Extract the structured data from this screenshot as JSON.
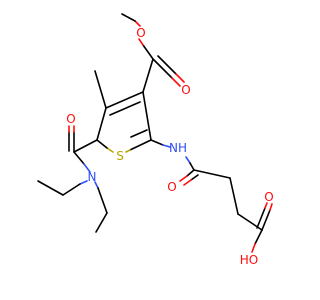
{
  "molecule": {
    "colors": {
      "bond": "#000000",
      "oxygen": "#ff0d0d",
      "nitrogen": "#3050f8",
      "sulfur": "#b8a400"
    },
    "atom_labels": {
      "ester_carbonyl_o": "O",
      "ester_ether_o": "O",
      "amide_left_o": "O",
      "amide_left_n": "N",
      "ring_s": "S",
      "amide_nh": "NH",
      "amide_right_o": "O",
      "acid_carbonyl_o": "O",
      "acid_oh": "HO"
    }
  }
}
